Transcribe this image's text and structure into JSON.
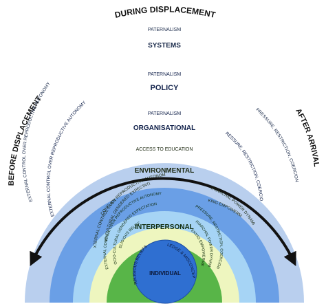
{
  "arcs": {
    "top": "DURING DISPLACEMENT",
    "left": "BEFORE DISPLACEMENT",
    "right": "AFTER ARRIVAL"
  },
  "layers": {
    "systems": {
      "title": "SYSTEMS",
      "top_note": "PATERNALISM",
      "left_note": "EXTERNAL CONTROL OVER REPRODUCTIVE AUTONOMY",
      "right_note": "PRESSURE, RESTRICTION, COERCION",
      "color": "#b9cfee"
    },
    "policy": {
      "title": "POLICY",
      "top_note": "PATERNALISM",
      "left_note": "EXTERNAL CONTROL OVER REPRODUCTIVE AUTONOMY",
      "color": "#6a9fe6"
    },
    "organisational": {
      "title": "ORGANISATIONAL",
      "top_note": "PATERNALISM",
      "right_note": "PRESSURE, RESTRICTION, COERCION",
      "color": "#a6d4f5"
    },
    "environmental": {
      "title": "ENVIRONMENTAL",
      "top_note": "ACCESS TO EDUCATION",
      "left_note_1": "EXTERNAL CONTROL OVER REPRODUCTIVE AUTONOMY",
      "left_note_2": "SOCIO-CULTURAL GENDERED EXPECTATIONS",
      "left_note_3": "CONFLICT",
      "right_note_1": "PATRIARCHAL POWER DYNAMICS",
      "right_note_2": "SEEKING EMPOWERMENT",
      "color": "#eef6bf"
    },
    "interpersonal": {
      "title": "INTERPERSONAL",
      "left_note_1": "EXTERNAL CONTROL OVER REPRODUCTIVE AUTONOMY",
      "left_note_2": "SOCIO-CULTURAL GENDERED EXPECTATIONS",
      "left_note_3": "RELIGIOUS BELIEFS",
      "right_note_1": "PRESSURE, RESTRICTION, COERCION",
      "right_note_2": "PATRIARCHAL POWER DYNAMICS",
      "right_note_3": "SEEKING EMPOWERMENT",
      "color": "#58b548"
    },
    "individual": {
      "title": "INDIVIDUAL",
      "left_note": "RELIGIOUS BELIEFS",
      "right_note": "KNOWLEDGE & MISCONCEPTIONS",
      "color": "#2f6fd1"
    }
  }
}
